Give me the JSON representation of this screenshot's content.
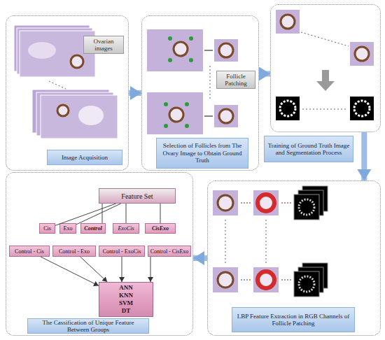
{
  "diagram": {
    "nodes": [
      {
        "text": [
          "Image Acquisition"
        ]
      },
      {
        "text": [
          "Ovarian images"
        ],
        "in": 0
      },
      {
        "text": [
          "Selection of Follicles from The Ovary Image to Obtain Ground Truth"
        ]
      },
      {
        "text": [
          "Follicle Patching"
        ],
        "in": 2
      },
      {
        "text": [
          "Training of Ground Truth Image and Segmentation Process"
        ]
      },
      {
        "text": [
          "LBP Feature Extraction in RGB Channels of Follicle Patching"
        ]
      },
      {
        "text": [
          "The Cassification of Unique Feature Between Groups"
        ]
      },
      {
        "text": [
          "Feature Set"
        ],
        "in": 6
      },
      {
        "text": [
          "Cis"
        ],
        "in": 6
      },
      {
        "text": [
          "Exo"
        ],
        "in": 6
      },
      {
        "text": [
          "Control"
        ],
        "in": 6
      },
      {
        "text": [
          "ExoCis"
        ],
        "in": 6
      },
      {
        "text": [
          "CisExo"
        ],
        "in": 6
      },
      {
        "text": [
          "Control - Cis"
        ],
        "in": 6
      },
      {
        "text": [
          "Control - Exo"
        ],
        "in": 6
      },
      {
        "text": [
          "Control - ExoCis"
        ],
        "in": 6
      },
      {
        "text": [
          "Control - CisExo"
        ],
        "in": 6
      },
      {
        "text": [
          "ANN KNN SVM DT"
        ],
        "in": 6
      }
    ],
    "edges": [
      {
        "from": 0,
        "to": 2,
        "arrow": "to"
      },
      {
        "from": 2,
        "to": 4,
        "arrow": "to"
      },
      {
        "from": 4,
        "to": 5,
        "arrow": "to"
      },
      {
        "from": 5,
        "to": 6,
        "arrow": "to"
      },
      {
        "from": 7,
        "to": 8,
        "arrow": "none"
      },
      {
        "from": 7,
        "to": 9,
        "arrow": "none"
      },
      {
        "from": 7,
        "to": 10,
        "arrow": "none"
      },
      {
        "from": 7,
        "to": 11,
        "arrow": "none"
      },
      {
        "from": 7,
        "to": 12,
        "arrow": "none"
      },
      {
        "from": 13,
        "to": 17,
        "arrow": "to"
      },
      {
        "from": 14,
        "to": 17,
        "arrow": "to"
      },
      {
        "from": 15,
        "to": 17,
        "arrow": "to"
      },
      {
        "from": 16,
        "to": 17,
        "arrow": "to"
      }
    ]
  }
}
